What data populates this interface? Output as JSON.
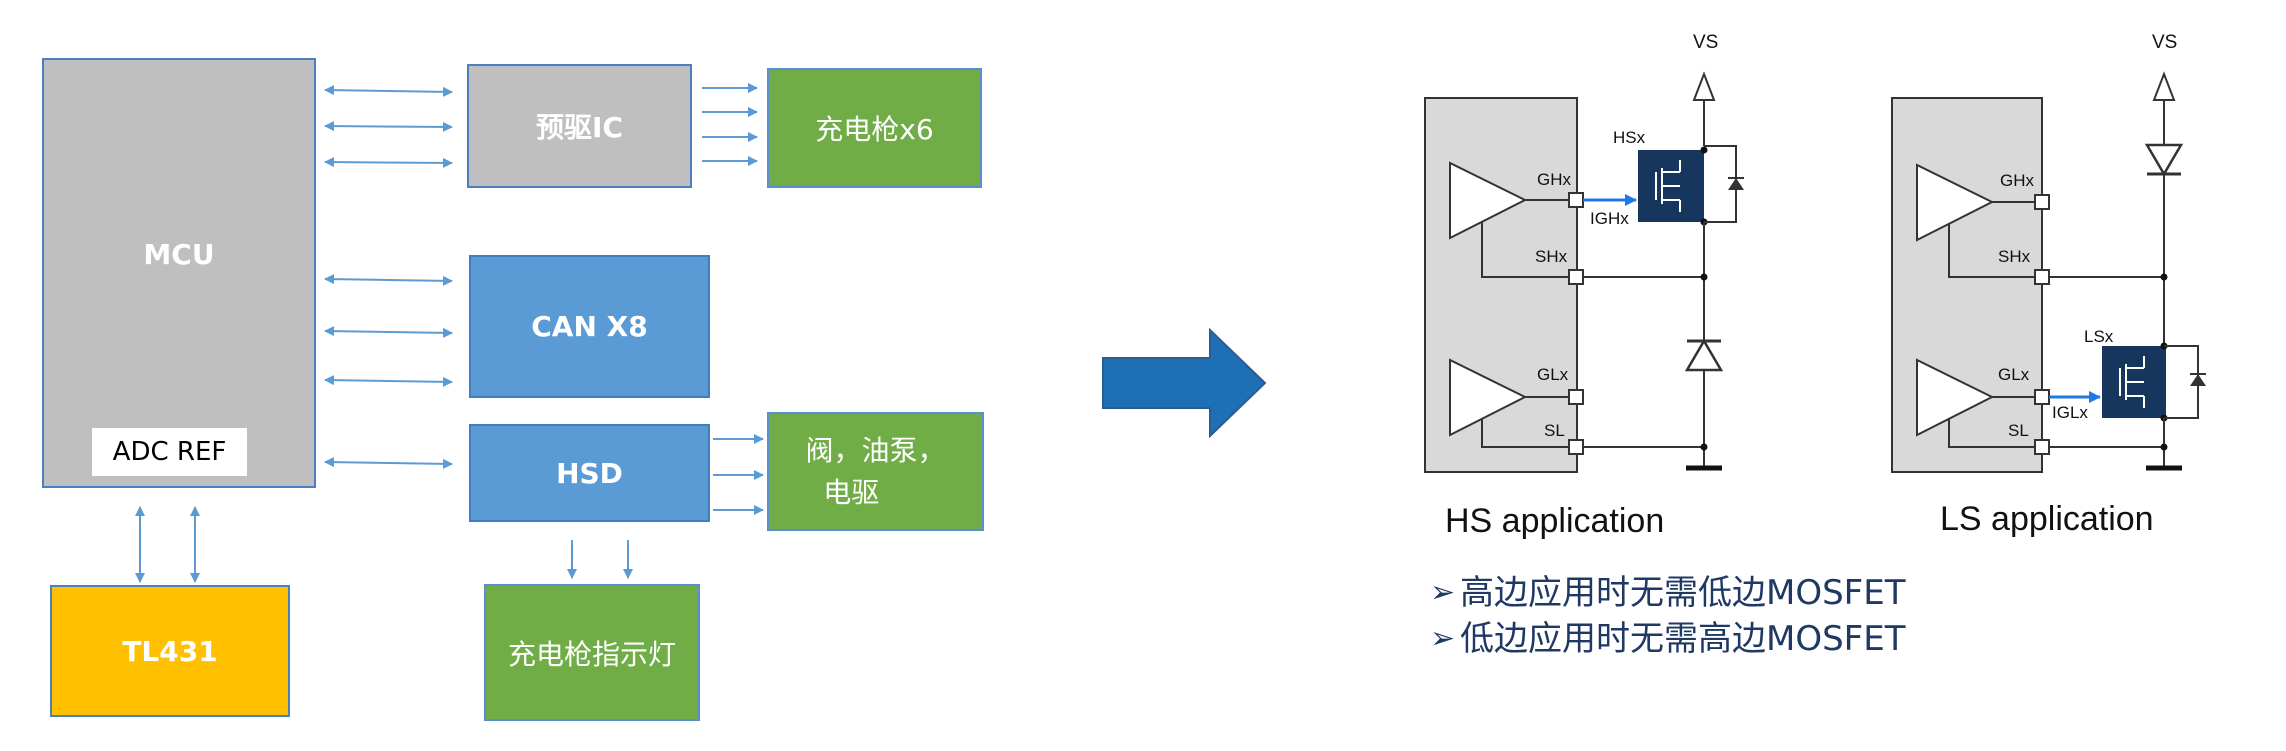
{
  "left_diagram": {
    "mcu": "MCU",
    "adc_ref": "ADC REF",
    "tl431": "TL431",
    "predriver": "预驱IC",
    "charger_gun": "充电枪x6",
    "can": "CAN X8",
    "hsd": "HSD",
    "valve_pump": "阀，油泵，\n  电驱",
    "charger_indicator": "充电枪指示灯"
  },
  "right_diagram": {
    "hs": {
      "vs": "VS",
      "hsx": "HSx",
      "ghx": "GHx",
      "ighx": "IGHx",
      "shx": "SHx",
      "glx": "GLx",
      "sl": "SL",
      "caption": "HS application"
    },
    "ls": {
      "vs": "VS",
      "ghx": "GHx",
      "shx": "SHx",
      "lsx": "LSx",
      "glx": "GLx",
      "iglx": "IGLx",
      "sl": "SL",
      "caption": "LS application"
    }
  },
  "notes": [
    "高边应用时无需低边MOSFET",
    "低边应用时无需高边MOSFET"
  ],
  "colors": {
    "gray_block": "#bfbfbf",
    "blue_block": "#5b9bd5",
    "green_block": "#70ad47",
    "yellow_block": "#ffc000",
    "arrow_blue": "#5b9bd5",
    "big_arrow": "#1f6fb5",
    "mosfet_navy": "#17365d",
    "note_text": "#1f3864"
  },
  "icons": [
    "bidirectional-arrow",
    "right-arrow",
    "down-arrow",
    "big-right-arrow",
    "diode-icon",
    "mosfet-icon",
    "ground-icon",
    "opamp-triangle"
  ]
}
